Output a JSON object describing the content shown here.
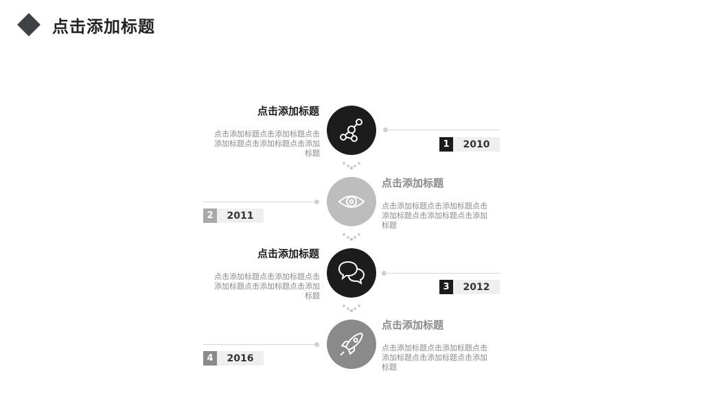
{
  "header": {
    "title": "点击添加标题"
  },
  "items": [
    {
      "title": "点击添加标题",
      "desc": "点击添加标题点击添加标题点击添加标题点击添加标题点击添加标题",
      "num": "1",
      "year": "2010",
      "icon": "network-icon"
    },
    {
      "title": "点击添加标题",
      "desc": "点击添加标题点击添加标题点击添加标题点击添加标题点击添加标题",
      "num": "2",
      "year": "2011",
      "icon": "eye-icon"
    },
    {
      "title": "点击添加标题",
      "desc": "点击添加标题点击添加标题点击添加标题点击添加标题点击添加标题",
      "num": "3",
      "year": "2012",
      "icon": "chat-bubbles-icon"
    },
    {
      "title": "点击添加标题",
      "desc": "点击添加标题点击添加标题点击添加标题点击添加标题点击添加标题",
      "num": "4",
      "year": "2016",
      "icon": "rocket-icon"
    }
  ],
  "colors": {
    "dark": "#1c1c1c",
    "light_gray": "#bdbdbd",
    "mid_gray": "#8a8a8a",
    "title_gray": "#8a8a8a"
  }
}
